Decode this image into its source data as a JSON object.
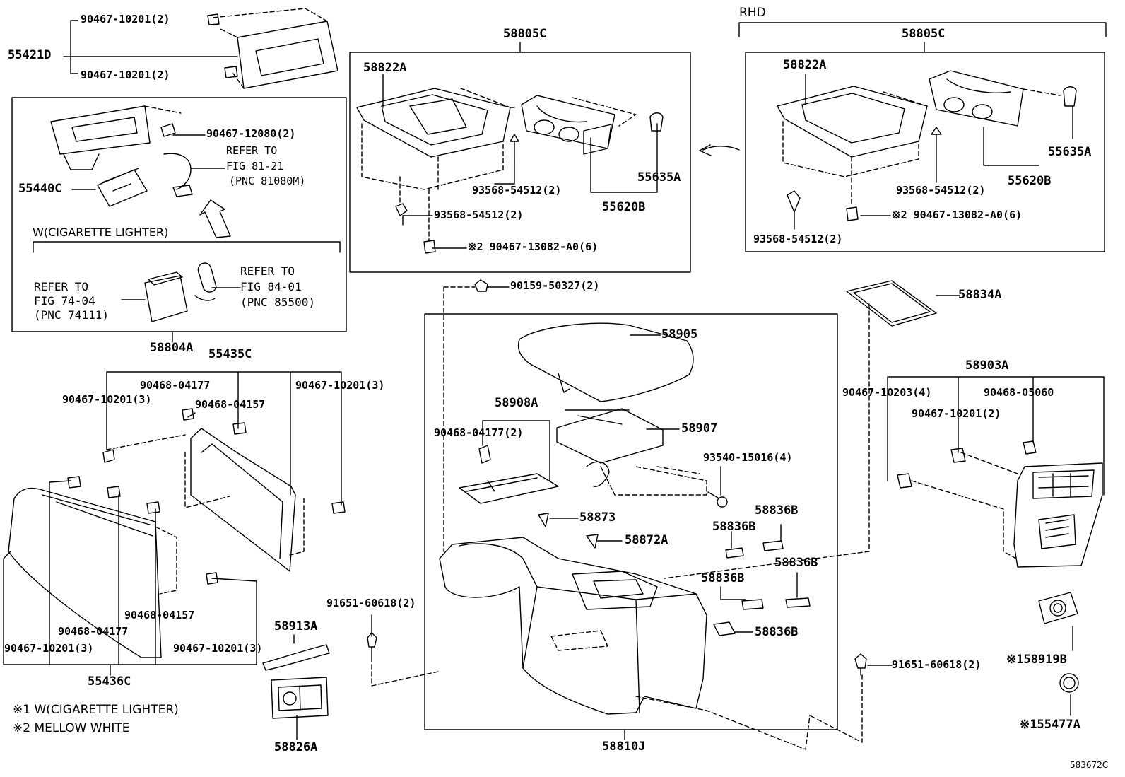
{
  "diagram": {
    "figure_id": "583672C",
    "rhd_label": "RHD",
    "w_cig_header": "W(CIGARETTE LIGHTER)",
    "notes": {
      "note1": "※1 W(CIGARETTE LIGHTER)",
      "note2": "※2 MELLOW WHITE"
    },
    "refs": {
      "fig8121": {
        "l1": "REFER TO",
        "l2": "FIG 81-21",
        "l3": "(PNC 81080M)"
      },
      "fig7404": {
        "l1": "REFER TO",
        "l2": "FIG 74-04",
        "l3": "(PNC 74111)"
      },
      "fig8401": {
        "l1": "REFER TO",
        "l2": "FIG 84-01",
        "l3": "(PNC 85500)"
      }
    },
    "parts": {
      "p55421D": "55421D",
      "p90467_10201_a": "90467-10201(2)",
      "p90467_10201_b": "90467-10201(2)",
      "p90467_12080": "90467-12080(2)",
      "p55440C": "55440C",
      "p58804A": "58804A",
      "p55435C": "55435C",
      "p90468_04177_a": "90468-04177",
      "p90468_04157_a": "90468-04157",
      "p90467_10201_c": "90467-10201(3)",
      "p90467_10201_d": "90467-10201(3)",
      "p90468_04157_b": "90468-04157",
      "p90468_04177_b": "90468-04177",
      "p90467_10201_e": "90467-10201(3)",
      "p90467_10201_f": "90467-10201(3)",
      "p55436C": "55436C",
      "p58913A": "58913A",
      "p58826A": "58826A",
      "p58805C_l": "58805C",
      "p58822A_l": "58822A",
      "p93568_a": "93568-54512(2)",
      "p93568_b": "93568-54512(2)",
      "p55635A_l": "55635A",
      "p55620B_l": "55620B",
      "p90467_13082_l": "※2 90467-13082-A0(6)",
      "p58805C_r": "58805C",
      "p58822A_r": "58822A",
      "p55635A_r": "55635A",
      "p93568_c": "93568-54512(2)",
      "p55620B_r": "55620B",
      "p90467_13082_r": "※2 90467-13082-A0(6)",
      "p93568_d": "93568-54512(2)",
      "p90159": "90159-50327(2)",
      "p58905": "58905",
      "p58908A": "58908A",
      "p90468_04177_c": "90468-04177(2)",
      "p58907": "58907",
      "p93540": "93540-15016(4)",
      "p58873": "58873",
      "p58872A": "58872A",
      "p58836B_1": "58836B",
      "p58836B_2": "58836B",
      "p58836B_3": "58836B",
      "p58836B_4": "58836B",
      "p58836B_5": "58836B",
      "p91651_a": "91651-60618(2)",
      "p91651_b": "91651-60618(2)",
      "p58810J": "58810J",
      "p58834A": "58834A",
      "p58903A": "58903A",
      "p90467_10203": "90467-10203(4)",
      "p90468_05060": "90468-05060",
      "p90467_10201_g": "90467-10201(2)",
      "p58919B": "※158919B",
      "p55477A": "※155477A"
    }
  }
}
